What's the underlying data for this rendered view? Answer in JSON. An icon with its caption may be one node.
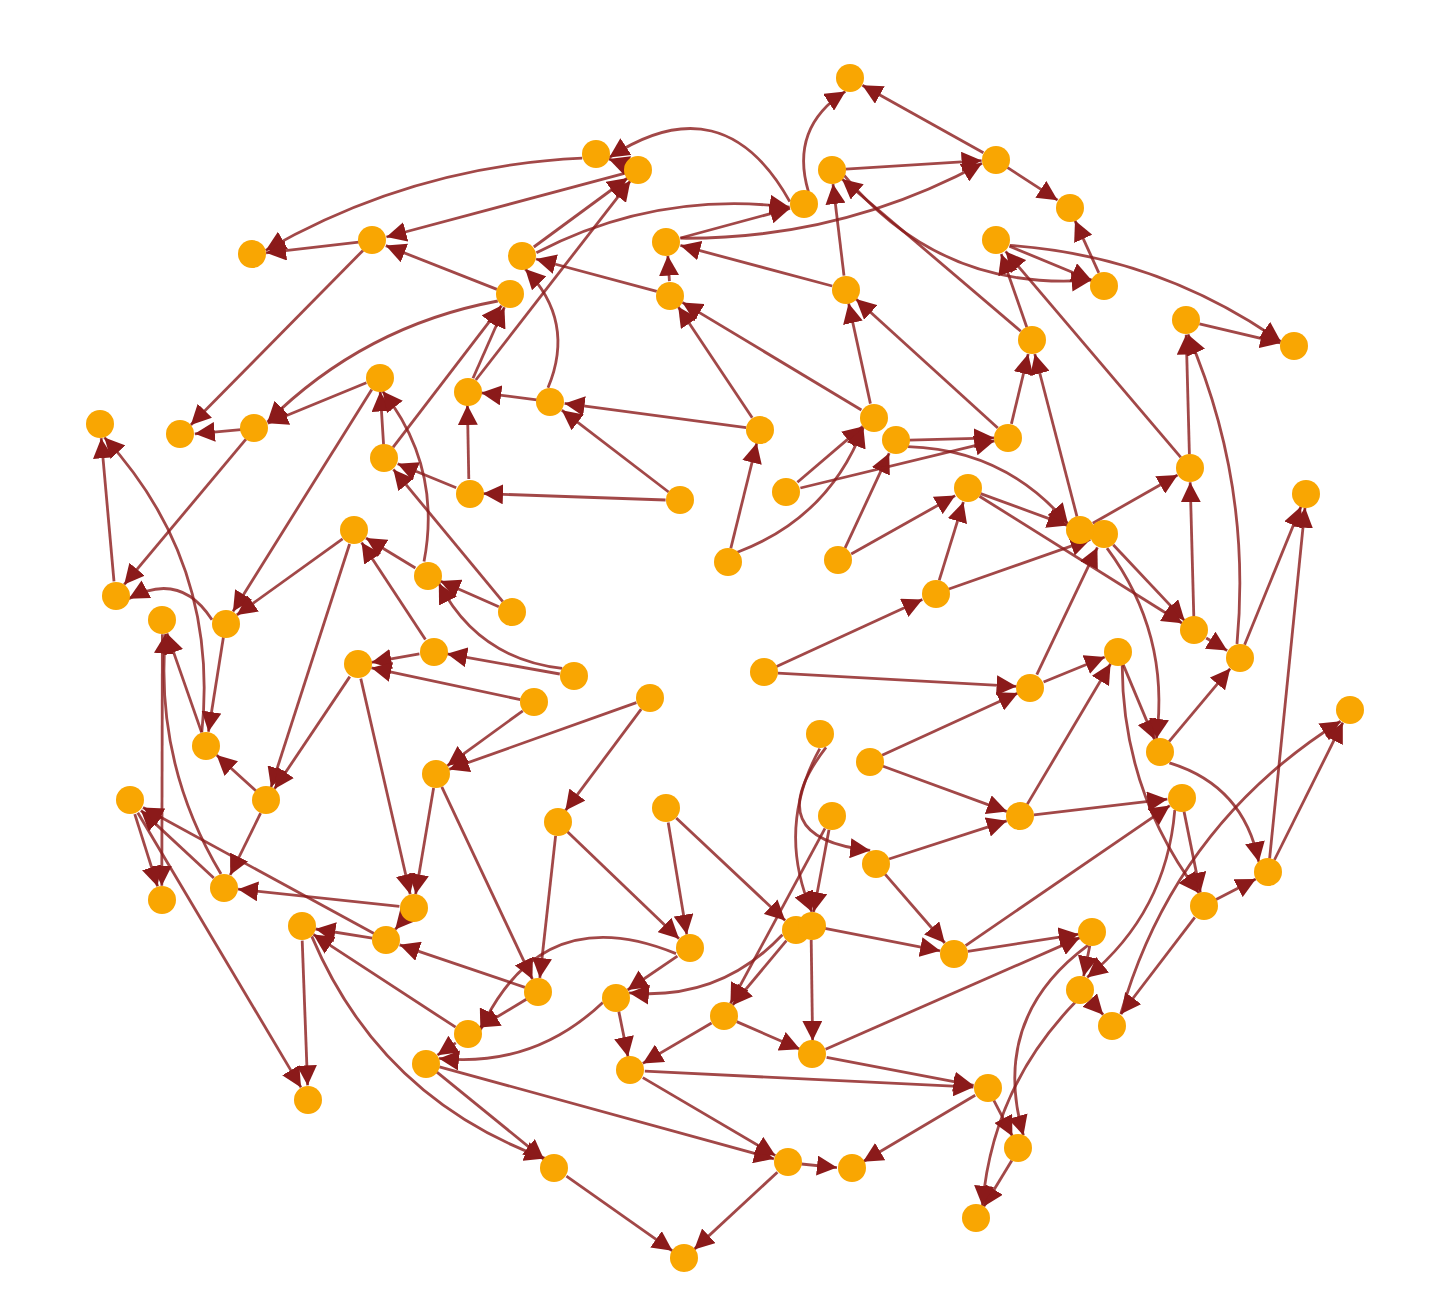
{
  "diagram": {
    "nodes": [
      {
        "text": [],
        "shape": "circle"
      },
      {
        "text": [],
        "shape": "circle"
      },
      {
        "text": [],
        "shape": "circle"
      },
      {
        "text": [],
        "shape": "circle"
      },
      {
        "text": [],
        "shape": "circle"
      },
      {
        "text": [],
        "shape": "circle"
      },
      {
        "text": [],
        "shape": "circle"
      },
      {
        "text": [],
        "shape": "circle"
      },
      {
        "text": [],
        "shape": "circle"
      },
      {
        "text": [],
        "shape": "circle"
      },
      {
        "text": [],
        "shape": "circle"
      },
      {
        "text": [],
        "shape": "circle"
      },
      {
        "text": [],
        "shape": "circle"
      },
      {
        "text": [],
        "shape": "circle"
      },
      {
        "text": [],
        "shape": "circle"
      },
      {
        "text": [],
        "shape": "circle"
      },
      {
        "text": [],
        "shape": "circle"
      },
      {
        "text": [],
        "shape": "circle"
      },
      {
        "text": [],
        "shape": "circle"
      },
      {
        "text": [],
        "shape": "circle"
      },
      {
        "text": [],
        "shape": "circle"
      },
      {
        "text": [],
        "shape": "circle"
      },
      {
        "text": [],
        "shape": "circle"
      },
      {
        "text": [],
        "shape": "circle"
      },
      {
        "text": [],
        "shape": "circle"
      },
      {
        "text": [],
        "shape": "circle"
      },
      {
        "text": [],
        "shape": "circle"
      },
      {
        "text": [],
        "shape": "circle"
      },
      {
        "text": [],
        "shape": "circle"
      },
      {
        "text": [],
        "shape": "circle"
      },
      {
        "text": [],
        "shape": "circle"
      },
      {
        "text": [],
        "shape": "circle"
      },
      {
        "text": [],
        "shape": "circle"
      },
      {
        "text": [],
        "shape": "circle"
      },
      {
        "text": [],
        "shape": "circle"
      },
      {
        "text": [],
        "shape": "circle"
      },
      {
        "text": [],
        "shape": "circle"
      },
      {
        "text": [],
        "shape": "circle"
      },
      {
        "text": [],
        "shape": "circle"
      },
      {
        "text": [],
        "shape": "circle"
      },
      {
        "text": [],
        "shape": "circle"
      },
      {
        "text": [],
        "shape": "circle"
      },
      {
        "text": [],
        "shape": "circle"
      },
      {
        "text": [],
        "shape": "circle"
      },
      {
        "text": [],
        "shape": "circle"
      },
      {
        "text": [],
        "shape": "circle"
      },
      {
        "text": [],
        "shape": "circle"
      },
      {
        "text": [],
        "shape": "circle"
      },
      {
        "text": [],
        "shape": "circle"
      },
      {
        "text": [],
        "shape": "circle"
      },
      {
        "text": [],
        "shape": "circle"
      },
      {
        "text": [],
        "shape": "circle"
      },
      {
        "text": [],
        "shape": "circle"
      },
      {
        "text": [],
        "shape": "circle"
      },
      {
        "text": [],
        "shape": "circle"
      },
      {
        "text": [],
        "shape": "circle"
      },
      {
        "text": [],
        "shape": "circle"
      },
      {
        "text": [],
        "shape": "circle"
      },
      {
        "text": [],
        "shape": "circle"
      },
      {
        "text": [],
        "shape": "circle"
      },
      {
        "text": [],
        "shape": "circle"
      },
      {
        "text": [],
        "shape": "circle"
      },
      {
        "text": [],
        "shape": "circle"
      },
      {
        "text": [],
        "shape": "circle"
      },
      {
        "text": [],
        "shape": "circle"
      },
      {
        "text": [],
        "shape": "circle"
      },
      {
        "text": [],
        "shape": "circle"
      },
      {
        "text": [],
        "shape": "circle"
      },
      {
        "text": [],
        "shape": "circle"
      },
      {
        "text": [],
        "shape": "circle"
      },
      {
        "text": [],
        "shape": "circle"
      },
      {
        "text": [],
        "shape": "circle"
      },
      {
        "text": [],
        "shape": "circle"
      },
      {
        "text": [],
        "shape": "circle"
      },
      {
        "text": [],
        "shape": "circle"
      },
      {
        "text": [],
        "shape": "circle"
      },
      {
        "text": [],
        "shape": "circle"
      },
      {
        "text": [],
        "shape": "circle"
      },
      {
        "text": [],
        "shape": "circle"
      },
      {
        "text": [],
        "shape": "circle"
      },
      {
        "text": [],
        "shape": "circle"
      },
      {
        "text": [],
        "shape": "circle"
      },
      {
        "text": [],
        "shape": "circle"
      },
      {
        "text": [],
        "shape": "circle"
      },
      {
        "text": [],
        "shape": "circle"
      },
      {
        "text": [],
        "shape": "circle"
      },
      {
        "text": [],
        "shape": "circle"
      },
      {
        "text": [],
        "shape": "circle"
      },
      {
        "text": [],
        "shape": "circle"
      },
      {
        "text": [],
        "shape": "circle"
      },
      {
        "text": [],
        "shape": "circle"
      },
      {
        "text": [],
        "shape": "circle"
      },
      {
        "text": [],
        "shape": "circle"
      },
      {
        "text": [],
        "shape": "circle"
      },
      {
        "text": [],
        "shape": "circle"
      },
      {
        "text": [],
        "shape": "circle"
      },
      {
        "text": [],
        "shape": "circle"
      },
      {
        "text": [],
        "shape": "circle"
      },
      {
        "text": [],
        "shape": "circle"
      },
      {
        "text": [],
        "shape": "circle"
      }
    ],
    "edges": [
      {
        "from": 0,
        "to": 13,
        "arrow": "to"
      },
      {
        "from": 1,
        "to": 14,
        "arrow": "to"
      },
      {
        "from": 2,
        "to": 15,
        "arrow": "to"
      },
      {
        "from": 3,
        "to": 16,
        "arrow": "to"
      },
      {
        "from": 4,
        "to": 17,
        "arrow": "to"
      },
      {
        "from": 5,
        "to": 18,
        "arrow": "to"
      },
      {
        "from": 6,
        "to": 19,
        "arrow": "to"
      },
      {
        "from": 7,
        "to": 20,
        "arrow": "to"
      },
      {
        "from": 8,
        "to": 21,
        "arrow": "to"
      },
      {
        "from": 9,
        "to": 22,
        "arrow": "to"
      },
      {
        "from": 10,
        "to": 23,
        "arrow": "to"
      },
      {
        "from": 11,
        "to": 24,
        "arrow": "to"
      },
      {
        "from": 12,
        "to": 25,
        "arrow": "to"
      },
      {
        "from": 13,
        "to": 26,
        "arrow": "to"
      },
      {
        "from": 14,
        "to": 27,
        "arrow": "to"
      },
      {
        "from": 15,
        "to": 28,
        "arrow": "to"
      },
      {
        "from": 16,
        "to": 29,
        "arrow": "to"
      },
      {
        "from": 17,
        "to": 30,
        "arrow": "to"
      },
      {
        "from": 18,
        "to": 31,
        "arrow": "to"
      },
      {
        "from": 19,
        "to": 32,
        "arrow": "to"
      },
      {
        "from": 20,
        "to": 33,
        "arrow": "to"
      },
      {
        "from": 21,
        "to": 34,
        "arrow": "to"
      },
      {
        "from": 22,
        "to": 35,
        "arrow": "to"
      },
      {
        "from": 23,
        "to": 36,
        "arrow": "to"
      },
      {
        "from": 24,
        "to": 37,
        "arrow": "to"
      },
      {
        "from": 25,
        "to": 38,
        "arrow": "to"
      },
      {
        "from": 26,
        "to": 39,
        "arrow": "to"
      },
      {
        "from": 27,
        "to": 40,
        "arrow": "to"
      },
      {
        "from": 28,
        "to": 41,
        "arrow": "to"
      },
      {
        "from": 29,
        "to": 42,
        "arrow": "to"
      },
      {
        "from": 30,
        "to": 43,
        "arrow": "to"
      },
      {
        "from": 31,
        "to": 44,
        "arrow": "to"
      },
      {
        "from": 32,
        "to": 45,
        "arrow": "to"
      },
      {
        "from": 33,
        "to": 46,
        "arrow": "to"
      },
      {
        "from": 34,
        "to": 47,
        "arrow": "to"
      },
      {
        "from": 35,
        "to": 48,
        "arrow": "to"
      },
      {
        "from": 36,
        "to": 49,
        "arrow": "to"
      },
      {
        "from": 37,
        "to": 50,
        "arrow": "to"
      },
      {
        "from": 38,
        "to": 51,
        "arrow": "to"
      },
      {
        "from": 39,
        "to": 52,
        "arrow": "to"
      },
      {
        "from": 40,
        "to": 53,
        "arrow": "to"
      },
      {
        "from": 41,
        "to": 54,
        "arrow": "to"
      },
      {
        "from": 42,
        "to": 55,
        "arrow": "to"
      },
      {
        "from": 43,
        "to": 56,
        "arrow": "to"
      },
      {
        "from": 44,
        "to": 57,
        "arrow": "to"
      },
      {
        "from": 45,
        "to": 58,
        "arrow": "to"
      },
      {
        "from": 46,
        "to": 59,
        "arrow": "to"
      },
      {
        "from": 47,
        "to": 60,
        "arrow": "to"
      },
      {
        "from": 48,
        "to": 61,
        "arrow": "to"
      },
      {
        "from": 49,
        "to": 62,
        "arrow": "to"
      },
      {
        "from": 50,
        "to": 63,
        "arrow": "to"
      },
      {
        "from": 51,
        "to": 64,
        "arrow": "to"
      },
      {
        "from": 52,
        "to": 65,
        "arrow": "to"
      },
      {
        "from": 53,
        "to": 66,
        "arrow": "to"
      },
      {
        "from": 54,
        "to": 67,
        "arrow": "to"
      },
      {
        "from": 55,
        "to": 68,
        "arrow": "to"
      },
      {
        "from": 56,
        "to": 69,
        "arrow": "to"
      },
      {
        "from": 57,
        "to": 70,
        "arrow": "to"
      },
      {
        "from": 58,
        "to": 71,
        "arrow": "to"
      },
      {
        "from": 59,
        "to": 72,
        "arrow": "to"
      },
      {
        "from": 60,
        "to": 73,
        "arrow": "to"
      },
      {
        "from": 61,
        "to": 74,
        "arrow": "to"
      },
      {
        "from": 62,
        "to": 75,
        "arrow": "to"
      },
      {
        "from": 63,
        "to": 76,
        "arrow": "to"
      },
      {
        "from": 64,
        "to": 77,
        "arrow": "to"
      },
      {
        "from": 65,
        "to": 78,
        "arrow": "to"
      },
      {
        "from": 66,
        "to": 79,
        "arrow": "to"
      },
      {
        "from": 67,
        "to": 80,
        "arrow": "to"
      },
      {
        "from": 68,
        "to": 81,
        "arrow": "to"
      },
      {
        "from": 69,
        "to": 82,
        "arrow": "to"
      },
      {
        "from": 70,
        "to": 83,
        "arrow": "to"
      },
      {
        "from": 71,
        "to": 84,
        "arrow": "to"
      },
      {
        "from": 72,
        "to": 85,
        "arrow": "to"
      },
      {
        "from": 73,
        "to": 86,
        "arrow": "to"
      },
      {
        "from": 74,
        "to": 87,
        "arrow": "to"
      },
      {
        "from": 75,
        "to": 88,
        "arrow": "to"
      },
      {
        "from": 76,
        "to": 89,
        "arrow": "to"
      },
      {
        "from": 77,
        "to": 90,
        "arrow": "to"
      },
      {
        "from": 78,
        "to": 91,
        "arrow": "to"
      },
      {
        "from": 79,
        "to": 92,
        "arrow": "to"
      },
      {
        "from": 80,
        "to": 93,
        "arrow": "to"
      },
      {
        "from": 81,
        "to": 94,
        "arrow": "to"
      },
      {
        "from": 82,
        "to": 95,
        "arrow": "to"
      },
      {
        "from": 83,
        "to": 96,
        "arrow": "to"
      },
      {
        "from": 84,
        "to": 97,
        "arrow": "to"
      },
      {
        "from": 85,
        "to": 98,
        "arrow": "to"
      },
      {
        "from": 86,
        "to": 99,
        "arrow": "to"
      },
      {
        "from": 0,
        "to": 21,
        "arrow": "to"
      },
      {
        "from": 1,
        "to": 22,
        "arrow": "to"
      },
      {
        "from": 2,
        "to": 23,
        "arrow": "to"
      },
      {
        "from": 3,
        "to": 24,
        "arrow": "to"
      },
      {
        "from": 4,
        "to": 25,
        "arrow": "to"
      },
      {
        "from": 5,
        "to": 26,
        "arrow": "to"
      },
      {
        "from": 6,
        "to": 27,
        "arrow": "to"
      },
      {
        "from": 7,
        "to": 28,
        "arrow": "to"
      },
      {
        "from": 8,
        "to": 29,
        "arrow": "to"
      },
      {
        "from": 9,
        "to": 30,
        "arrow": "to"
      },
      {
        "from": 10,
        "to": 31,
        "arrow": "to"
      },
      {
        "from": 11,
        "to": 32,
        "arrow": "to"
      },
      {
        "from": 12,
        "to": 33,
        "arrow": "to"
      },
      {
        "from": 13,
        "to": 34,
        "arrow": "to"
      },
      {
        "from": 14,
        "to": 35,
        "arrow": "to"
      },
      {
        "from": 15,
        "to": 36,
        "arrow": "to"
      },
      {
        "from": 16,
        "to": 37,
        "arrow": "to"
      },
      {
        "from": 17,
        "to": 38,
        "arrow": "to"
      },
      {
        "from": 18,
        "to": 39,
        "arrow": "to"
      },
      {
        "from": 19,
        "to": 40,
        "arrow": "to"
      },
      {
        "from": 20,
        "to": 41,
        "arrow": "to"
      },
      {
        "from": 21,
        "to": 42,
        "arrow": "to"
      },
      {
        "from": 22,
        "to": 43,
        "arrow": "to"
      },
      {
        "from": 23,
        "to": 44,
        "arrow": "to"
      },
      {
        "from": 24,
        "to": 45,
        "arrow": "to"
      },
      {
        "from": 25,
        "to": 46,
        "arrow": "to"
      },
      {
        "from": 26,
        "to": 47,
        "arrow": "to"
      },
      {
        "from": 27,
        "to": 48,
        "arrow": "to"
      },
      {
        "from": 28,
        "to": 49,
        "arrow": "to"
      },
      {
        "from": 29,
        "to": 50,
        "arrow": "to"
      },
      {
        "from": 30,
        "to": 51,
        "arrow": "to"
      },
      {
        "from": 31,
        "to": 52,
        "arrow": "to"
      },
      {
        "from": 32,
        "to": 53,
        "arrow": "to"
      },
      {
        "from": 33,
        "to": 54,
        "arrow": "to"
      },
      {
        "from": 34,
        "to": 55,
        "arrow": "to"
      },
      {
        "from": 35,
        "to": 56,
        "arrow": "to"
      },
      {
        "from": 36,
        "to": 57,
        "arrow": "to"
      },
      {
        "from": 37,
        "to": 58,
        "arrow": "to"
      },
      {
        "from": 38,
        "to": 59,
        "arrow": "to"
      },
      {
        "from": 39,
        "to": 60,
        "arrow": "to"
      },
      {
        "from": 40,
        "to": 61,
        "arrow": "to"
      },
      {
        "from": 41,
        "to": 62,
        "arrow": "to"
      },
      {
        "from": 42,
        "to": 63,
        "arrow": "to"
      },
      {
        "from": 43,
        "to": 64,
        "arrow": "to"
      },
      {
        "from": 44,
        "to": 65,
        "arrow": "to"
      },
      {
        "from": 45,
        "to": 66,
        "arrow": "to"
      },
      {
        "from": 46,
        "to": 67,
        "arrow": "to"
      },
      {
        "from": 47,
        "to": 68,
        "arrow": "to"
      },
      {
        "from": 48,
        "to": 69,
        "arrow": "to"
      },
      {
        "from": 49,
        "to": 70,
        "arrow": "to"
      },
      {
        "from": 50,
        "to": 71,
        "arrow": "to"
      },
      {
        "from": 51,
        "to": 72,
        "arrow": "to"
      },
      {
        "from": 52,
        "to": 73,
        "arrow": "to"
      },
      {
        "from": 53,
        "to": 74,
        "arrow": "to"
      },
      {
        "from": 54,
        "to": 75,
        "arrow": "to"
      },
      {
        "from": 55,
        "to": 76,
        "arrow": "to"
      },
      {
        "from": 56,
        "to": 77,
        "arrow": "to"
      },
      {
        "from": 57,
        "to": 78,
        "arrow": "to"
      },
      {
        "from": 58,
        "to": 79,
        "arrow": "to"
      },
      {
        "from": 59,
        "to": 80,
        "arrow": "to"
      },
      {
        "from": 60,
        "to": 81,
        "arrow": "to"
      },
      {
        "from": 61,
        "to": 82,
        "arrow": "to"
      },
      {
        "from": 62,
        "to": 83,
        "arrow": "to"
      },
      {
        "from": 63,
        "to": 84,
        "arrow": "to"
      },
      {
        "from": 64,
        "to": 85,
        "arrow": "to"
      },
      {
        "from": 65,
        "to": 86,
        "arrow": "to"
      },
      {
        "from": 66,
        "to": 87,
        "arrow": "to"
      },
      {
        "from": 67,
        "to": 88,
        "arrow": "to"
      },
      {
        "from": 68,
        "to": 89,
        "arrow": "to"
      },
      {
        "from": 69,
        "to": 90,
        "arrow": "to"
      },
      {
        "from": 70,
        "to": 91,
        "arrow": "to"
      },
      {
        "from": 71,
        "to": 92,
        "arrow": "to"
      },
      {
        "from": 72,
        "to": 93,
        "arrow": "to"
      },
      {
        "from": 73,
        "to": 94,
        "arrow": "to"
      },
      {
        "from": 74,
        "to": 95,
        "arrow": "to"
      },
      {
        "from": 75,
        "to": 96,
        "arrow": "to"
      },
      {
        "from": 76,
        "to": 97,
        "arrow": "to"
      },
      {
        "from": 77,
        "to": 98,
        "arrow": "to"
      },
      {
        "from": 78,
        "to": 99,
        "arrow": "to"
      }
    ]
  }
}
